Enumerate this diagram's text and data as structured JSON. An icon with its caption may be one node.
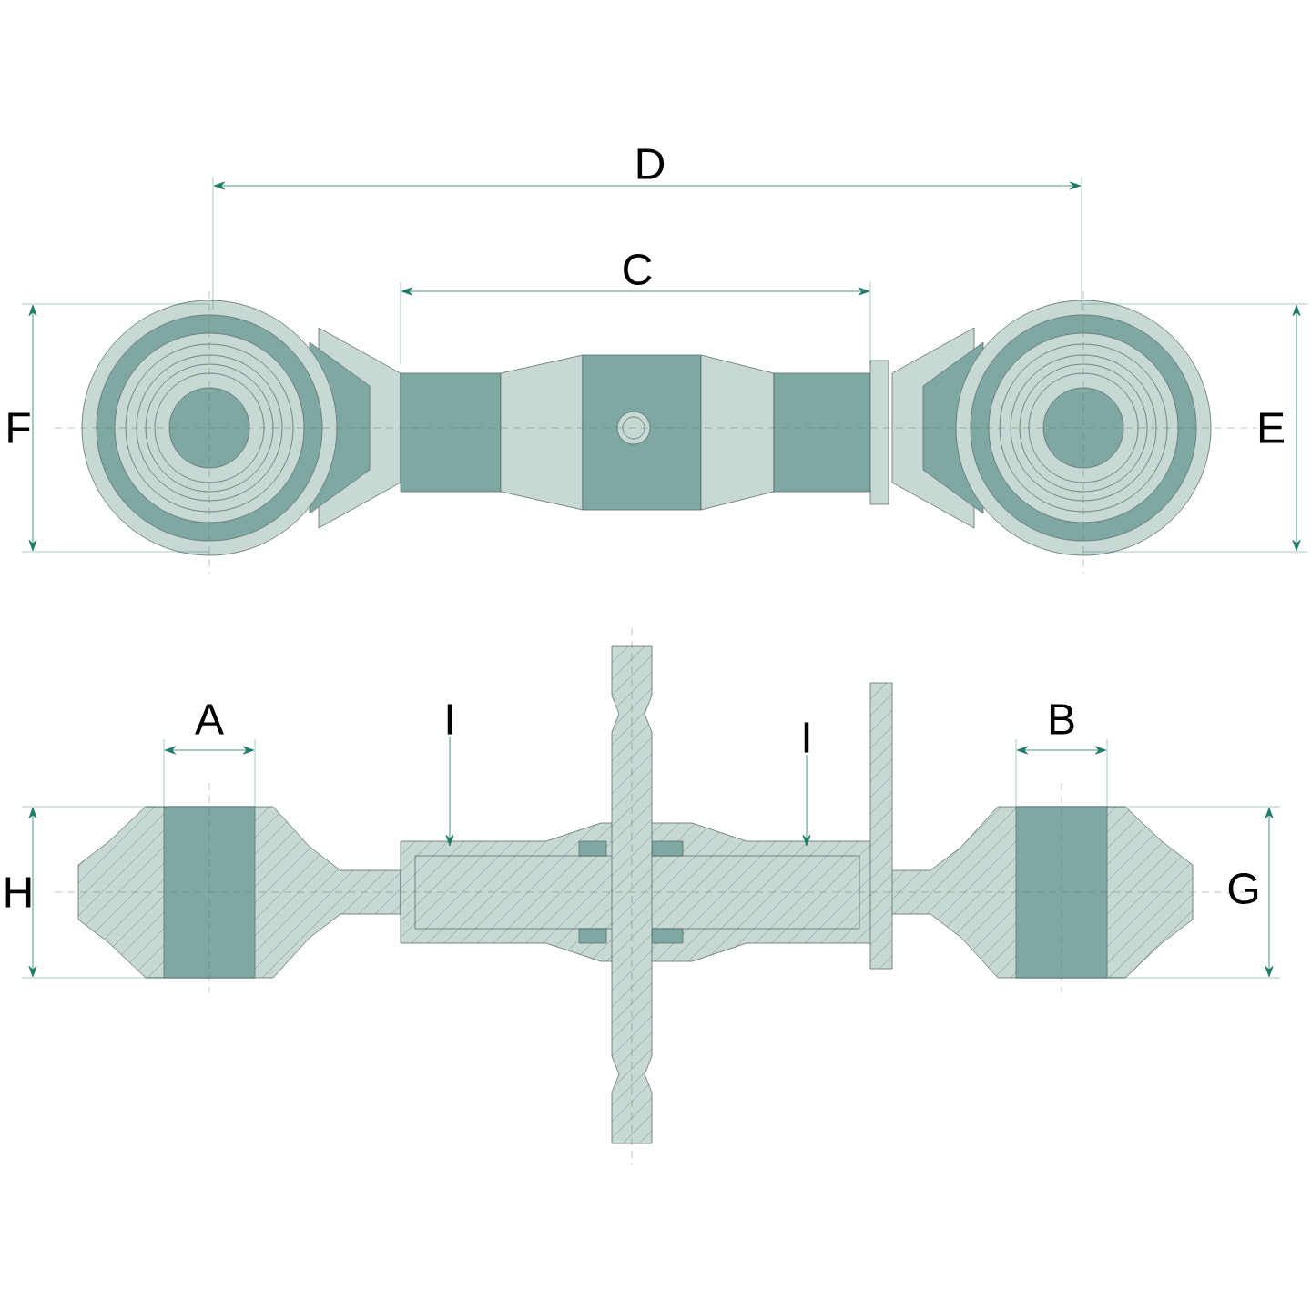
{
  "diagram": {
    "nodes": [
      {
        "text": [
          "I"
        ]
      },
      {
        "text": [
          "I"
        ]
      }
    ],
    "edges": [
      {
        "from": 0,
        "to": null,
        "arrow": "to"
      },
      {
        "from": 1,
        "to": null,
        "arrow": "to"
      }
    ],
    "labels": [
      "D",
      "C",
      "F",
      "E",
      "A",
      "B",
      "H",
      "G"
    ]
  }
}
